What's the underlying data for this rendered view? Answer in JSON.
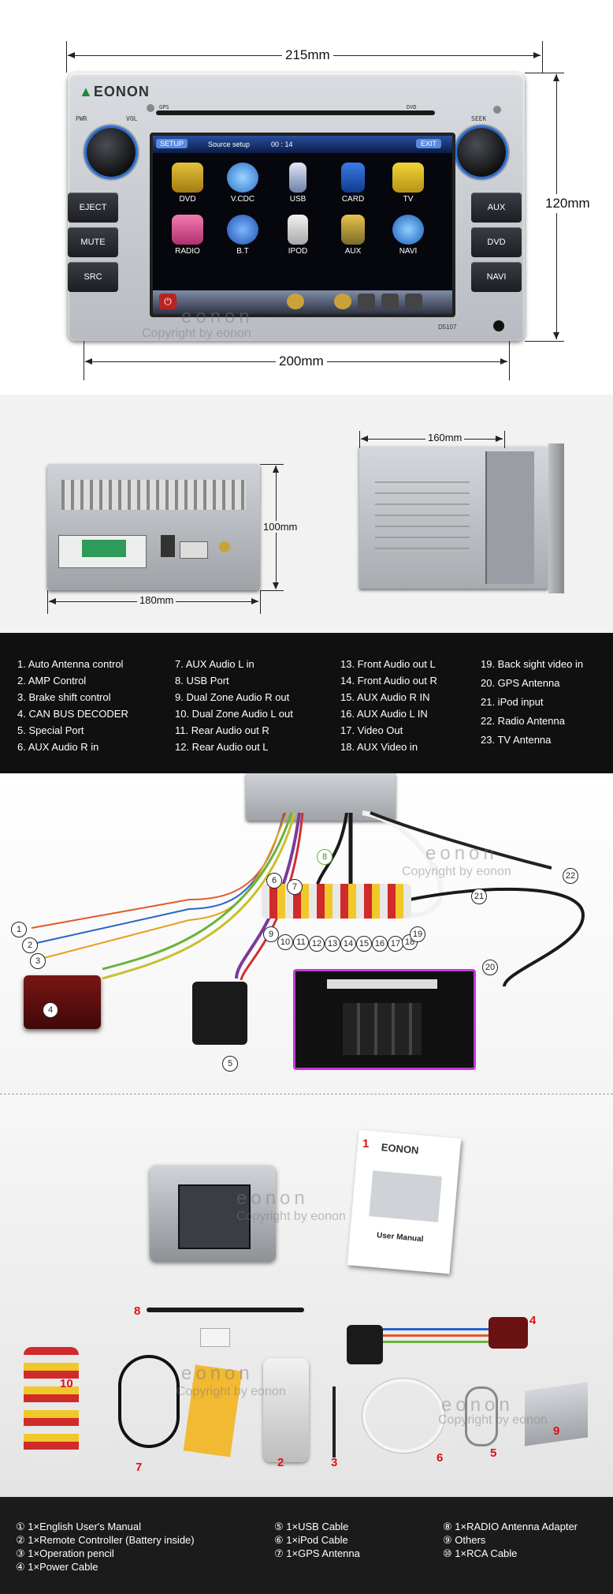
{
  "dimensions": {
    "top_width": "215mm",
    "right_height": "120mm",
    "bottom_width": "200mm",
    "back_height": "100mm",
    "back_width": "180mm",
    "side_depth": "160mm"
  },
  "unit": {
    "brand": "EONON",
    "model": "D5107",
    "slot_left": "GPS",
    "slot_right": "DVD",
    "knob_left_labels": [
      "PWR",
      "VOL"
    ],
    "knob_right_label": "SEEK",
    "left_buttons": [
      "EJECT",
      "MUTE",
      "SRC"
    ],
    "right_buttons": [
      "AUX",
      "DVD",
      "NAVI"
    ],
    "screen": {
      "setup": "SETUP",
      "source": "Source setup",
      "time": "00 : 14",
      "exit": "EXIT",
      "apps_row1": [
        "DVD",
        "V.CDC",
        "USB",
        "CARD",
        "TV"
      ],
      "apps_row2": [
        "RADIO",
        "B.T",
        "IPOD",
        "AUX",
        "NAVI"
      ]
    }
  },
  "watermarks": {
    "brand": "eonon",
    "copyright": "Copyright by eonon"
  },
  "connections_legend": {
    "col1": [
      "1. Auto Antenna control",
      "2. AMP Control",
      "3. Brake shift control",
      "4. CAN BUS DECODER",
      "5. Special Port",
      "6. AUX Audio R in"
    ],
    "col2": [
      "7. AUX Audio L in",
      "8. USB Port",
      "9. Dual Zone Audio R out",
      "10. Dual Zone Audio L out",
      "11. Rear Audio out R",
      "12. Rear Audio out L"
    ],
    "col3": [
      "13. Front Audio out L",
      "14. Front Audio out R",
      "15. AUX Audio R IN",
      "16. AUX Audio L IN",
      "17. Video Out",
      "18. AUX Video in"
    ],
    "col4": [
      "19. Back sight video in",
      "20. GPS Antenna",
      "21. iPod input",
      "22. Radio Antenna",
      "23. TV Antenna"
    ]
  },
  "wiring_callouts": {
    "left_numbers": [
      "1",
      "2",
      "3"
    ],
    "decoder": "4",
    "special_port": "5",
    "rca_upper": [
      "6",
      "7"
    ],
    "usb": "8",
    "rca_row": [
      "9",
      "10",
      "11",
      "12",
      "13",
      "14",
      "15",
      "16",
      "17",
      "18",
      "19"
    ],
    "gps": "20",
    "ipod": "21",
    "radio": "22"
  },
  "package": {
    "manual_title": "User Manual",
    "numbers": [
      "1",
      "2",
      "3",
      "4",
      "5",
      "6",
      "7",
      "8",
      "9",
      "10"
    ]
  },
  "package_list": {
    "col1": [
      "① 1×English User's Manual",
      "② 1×Remote Controller (Battery inside)",
      "③ 1×Operation pencil",
      "④ 1×Power Cable"
    ],
    "col2": [
      "⑤ 1×USB Cable",
      "⑥ 1×iPod Cable",
      "⑦ 1×GPS Antenna"
    ],
    "col3": [
      "⑧ 1×RADIO Antenna Adapter",
      "⑨ Others",
      "⑩ 1×RCA Cable"
    ]
  },
  "colors": {
    "accent_blue": "#2b6fd6",
    "dark_bg": "#0e0e0e",
    "silver": "#c9ccd1",
    "highlight_purple": "#c23bd4",
    "callout_red": "#e01010"
  }
}
